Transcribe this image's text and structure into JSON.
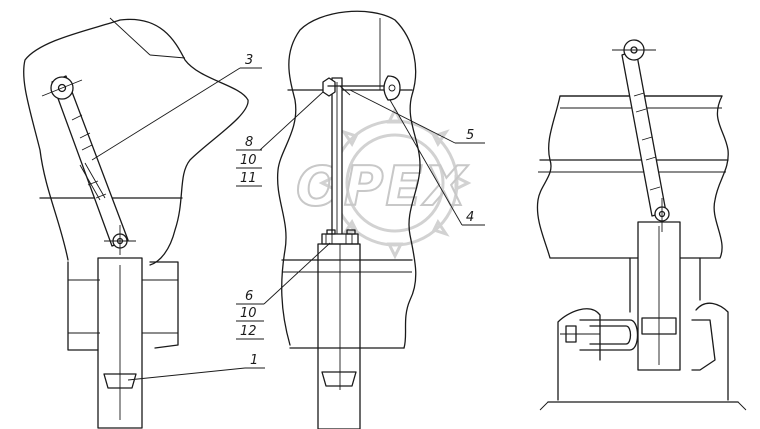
{
  "watermark": {
    "text": "OPEX"
  },
  "callouts": {
    "c1": "1",
    "c3": "3",
    "c4": "4",
    "c5": "5",
    "c6": "6",
    "c8": "8",
    "c10a": "10",
    "c10b": "10",
    "c11": "11",
    "c12": "12"
  }
}
